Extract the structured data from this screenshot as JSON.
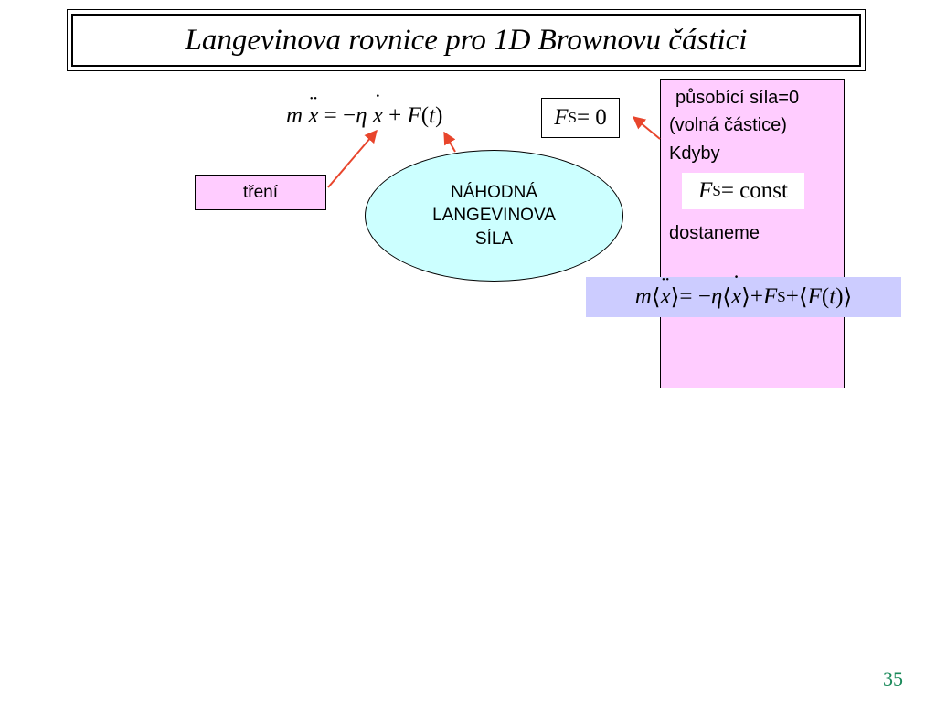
{
  "title": "Langevinova rovnice pro 1D Brownovu částici",
  "equation": {
    "m": "m",
    "x": "x",
    "eq": " = −",
    "eta": "η",
    "plus": " + ",
    "F": "F",
    "lp": "(",
    "t": "t",
    "rp": ")"
  },
  "force_zero": {
    "F": "F",
    "sub": "S",
    "rest": " = 0"
  },
  "treni_label": "tření",
  "random_force": {
    "line1": "NÁHODNÁ",
    "line2": "LANGEVINOVA",
    "line3": "SÍLA"
  },
  "panel": {
    "line1": "působící síla=0",
    "line2": "(volná částice)",
    "line3": "Kdyby",
    "line4": "dostaneme"
  },
  "force_const": {
    "F": "F",
    "sub": "S",
    "rest": " = const"
  },
  "avg_equation": {
    "m": "m",
    "la": "⟨",
    "x": "x",
    "ra": "⟩",
    "eq": " = −",
    "eta": "η",
    "plus1": " + ",
    "F": "F",
    "sub": "S",
    "plus2": " + ",
    "lp": "(",
    "t": "t",
    "rp": ")"
  },
  "page_number": "35",
  "colors": {
    "arrow": "#e8452c",
    "pink": "#ffccff",
    "cyan": "#ccffff",
    "lavender": "#ccccff",
    "page_number": "#1a8a5a"
  }
}
